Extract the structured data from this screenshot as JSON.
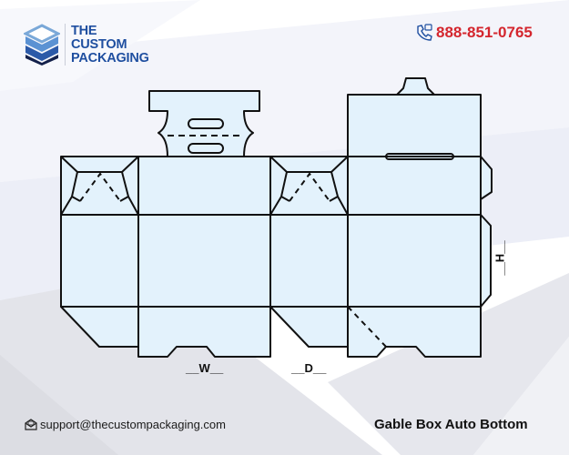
{
  "brand": {
    "name_line1": "THE",
    "name_line2": "CUSTOM",
    "name_line3": "PACKAGING",
    "color": "#1f4fa0"
  },
  "contact": {
    "phone_icon": "phone-icon",
    "phone": "888-851-0765",
    "phone_color": "#d4262e",
    "email_icon": "envelope-icon",
    "email": "support@thecustompackaging.com"
  },
  "diagram": {
    "title": "Gable Box Auto Bottom",
    "fill_color": "#e3f2fc",
    "stroke_color": "#111111",
    "dimensions": {
      "width_label": "__W__",
      "depth_label": "__D__",
      "height_label": "__H__"
    }
  }
}
